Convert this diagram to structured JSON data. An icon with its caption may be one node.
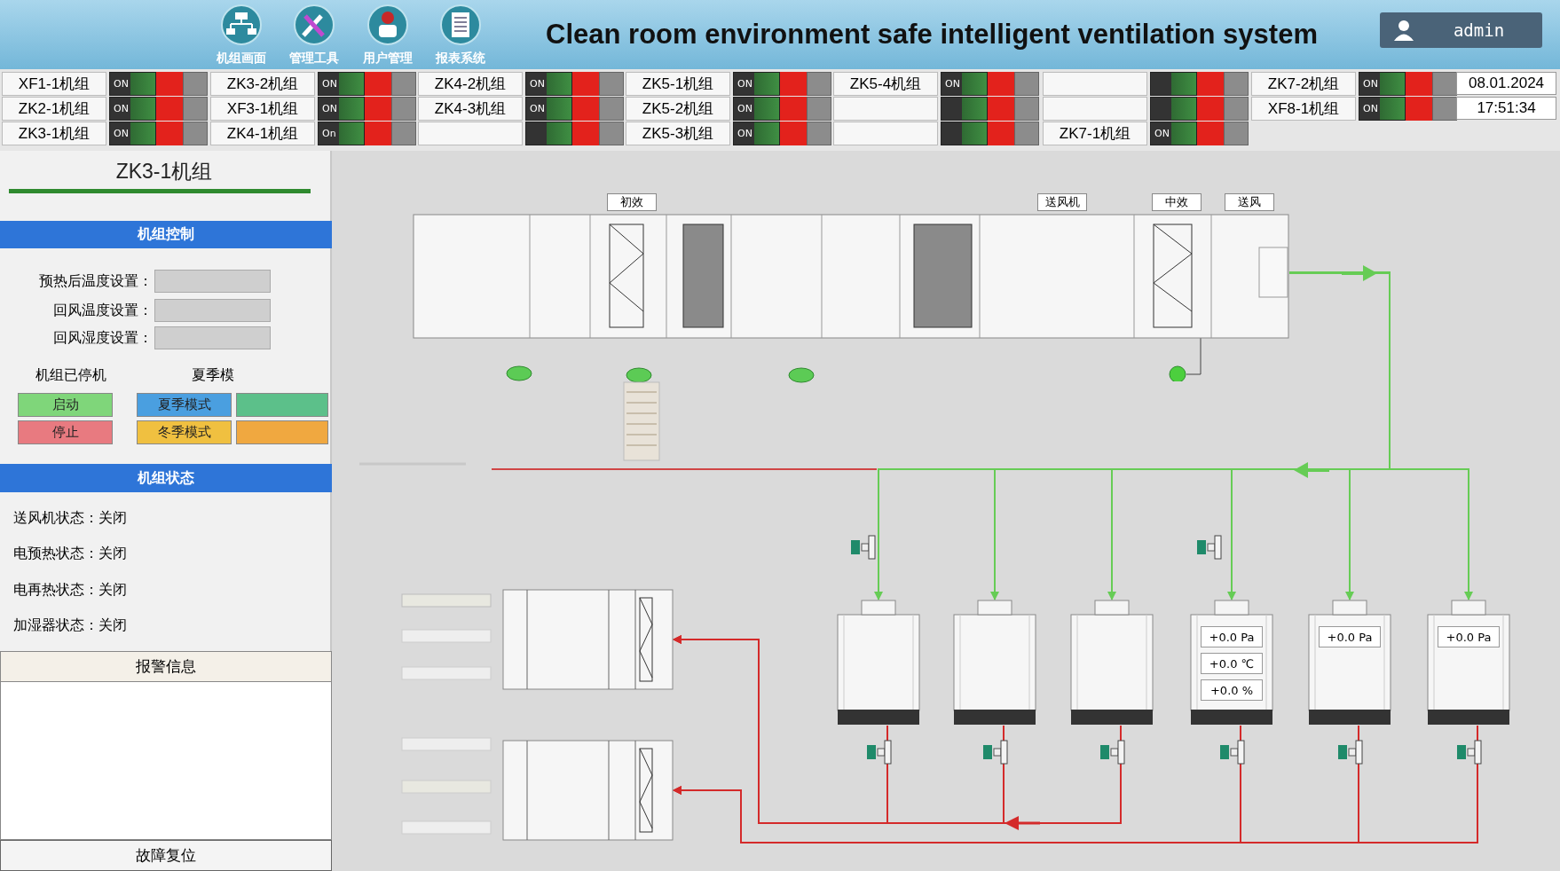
{
  "diagram": {
    "title": "Clean room environment safe intelligent ventilation system",
    "nodes": [
      {
        "text": [],
        "shape": "box",
        "beside": [
          "初效",
          "送风机",
          "中效",
          "送风"
        ]
      },
      {
        "text": [],
        "shape": "box"
      },
      {
        "text": [],
        "shape": "box"
      },
      {
        "text": [],
        "shape": "box"
      },
      {
        "text": [
          "+0.0 Pa",
          "+0.0 ℃",
          "+0.0 %"
        ]
      },
      {
        "text": [
          "+0.0 Pa"
        ]
      },
      {
        "text": [
          "+0.0 Pa"
        ]
      },
      {
        "text": [],
        "shape": "box"
      },
      {
        "text": [],
        "shape": "box"
      }
    ],
    "edges": [
      {
        "from": 0,
        "to": 1,
        "arrow": "to",
        "color": "#66cc55"
      },
      {
        "from": 0,
        "to": 2,
        "arrow": "to",
        "color": "#66cc55"
      },
      {
        "from": 0,
        "to": 3,
        "arrow": "to",
        "color": "#66cc55"
      },
      {
        "from": 0,
        "to": 4,
        "arrow": "to",
        "color": "#66cc55"
      },
      {
        "from": 0,
        "to": 5,
        "arrow": "to",
        "color": "#66cc55"
      },
      {
        "from": 0,
        "to": 6,
        "arrow": "to",
        "color": "#66cc55"
      },
      {
        "from": 1,
        "to": 7,
        "arrow": "to",
        "color": "#d42a2a"
      },
      {
        "from": 2,
        "to": 7,
        "arrow": "to",
        "color": "#d42a2a"
      },
      {
        "from": 3,
        "to": 7,
        "arrow": "to",
        "color": "#d42a2a"
      },
      {
        "from": 4,
        "to": 8,
        "arrow": "to",
        "color": "#d42a2a"
      },
      {
        "from": 5,
        "to": 8,
        "arrow": "to",
        "color": "#d42a2a"
      },
      {
        "from": 6,
        "to": 8,
        "arrow": "to",
        "color": "#d42a2a"
      }
    ],
    "labels": [
      "机组画面",
      "管理工具",
      "用户管理",
      "报表系统",
      "admin",
      "XF1-1机组",
      "ON",
      "ZK3-2机组",
      "ON",
      "ZK4-2机组",
      "ON",
      "ZK5-1机组",
      "ON",
      "ZK5-4机组",
      "ON",
      "ZK7-2机组",
      "ON",
      "08.01.2024",
      "ZK2-1机组",
      "ON",
      "XF3-1机组",
      "ON",
      "ZK4-3机组",
      "ON",
      "ZK5-2机组",
      "ON",
      "XF8-1机组",
      "ON",
      "17:51:34",
      "ZK3-1机组",
      "ON",
      "ZK4-1机组",
      "On",
      "ZK5-3机组",
      "ON",
      "ZK7-1机组",
      "ON",
      "ZK3-1机组",
      "机组控制",
      "预热后温度设置：",
      "回风温度设置：",
      "回风湿度设置：",
      "机组已停机",
      "夏季模",
      "启动",
      "夏季模式",
      "停止",
      "冬季模式",
      "机组状态",
      "送风机状态：关闭",
      "电预热状态：关闭",
      "电再热状态：关闭",
      "加湿器状态：关闭",
      "报警信息",
      "故障复位"
    ]
  }
}
